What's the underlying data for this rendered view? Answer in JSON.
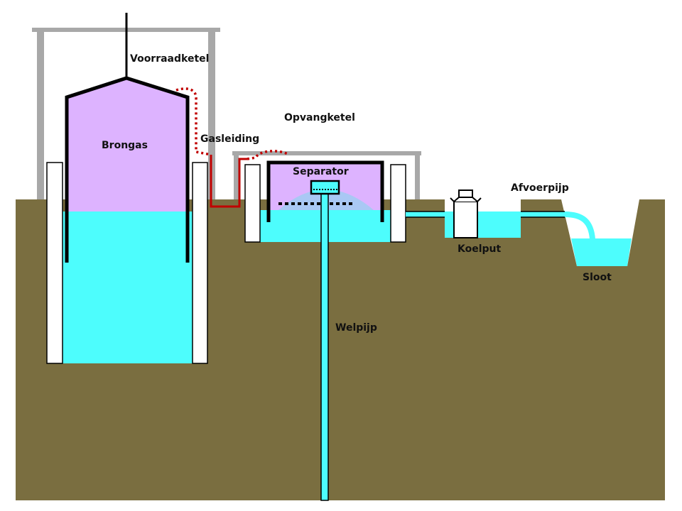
{
  "labels": {
    "storage_tank": "Voorraadketel",
    "source_gas": "Brongas",
    "gas_pipe": "Gasleiding",
    "collection_tank": "Opvangketel",
    "separator": "Separator",
    "discharge_pipe": "Afvoerpijp",
    "cooling_pit": "Koelput",
    "ditch": "Sloot",
    "well_pipe": "Welpijp"
  },
  "colors": {
    "ground": "#7a6e40",
    "water": "#4dfdfd",
    "gas": "#ddb3ff",
    "frame": "#a8a8a8",
    "gas_pipe": "#c00000"
  }
}
